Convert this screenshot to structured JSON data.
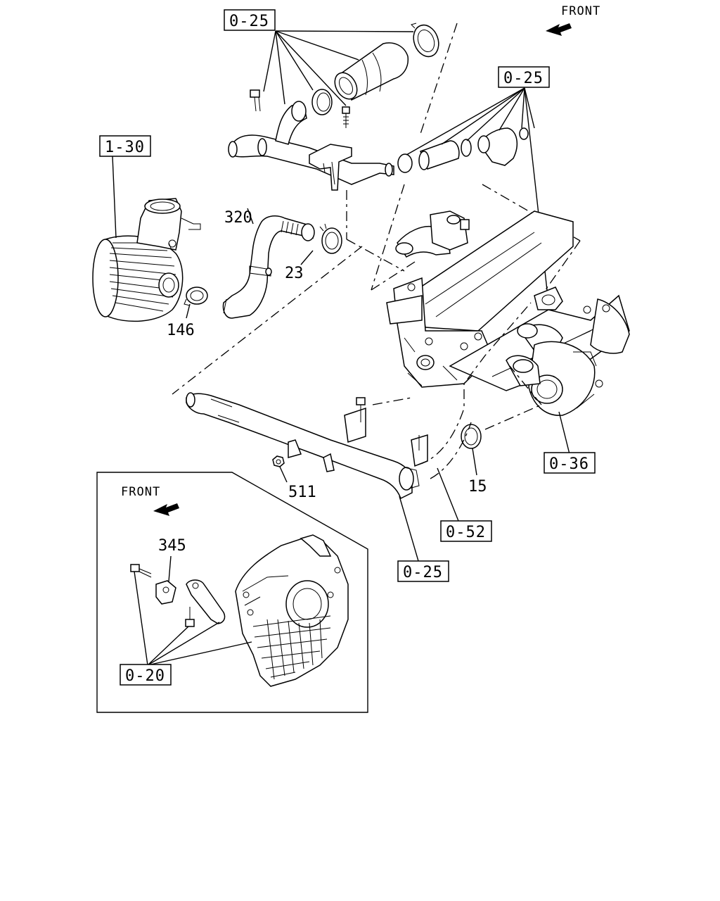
{
  "diagram": {
    "front_labels": {
      "main": "FRONT",
      "inset": "FRONT"
    },
    "ref_boxes": {
      "top_left": "0-25",
      "top_right": "0-25",
      "air_cleaner": "1-30",
      "turbo": "0-36",
      "pipe_bottom": "0-25",
      "pipe_mid": "0-52",
      "inset_bolts": "0-20"
    },
    "part_numbers": {
      "hose_320": "320",
      "clamp_23": "23",
      "clamp_146": "146",
      "nut_511": "511",
      "gasket_15": "15",
      "bracket_345": "345"
    }
  }
}
